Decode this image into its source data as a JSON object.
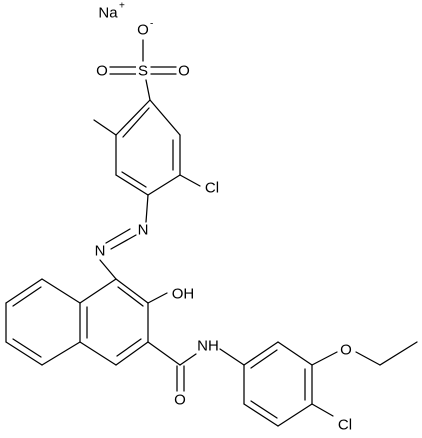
{
  "molecule": {
    "counter_ion": {
      "symbol": "Na",
      "charge": "+"
    },
    "sulfonate": {
      "sulfur": "S",
      "oxygen_top": "O",
      "oxygen_top_charge": "-",
      "oxygen_left": "O",
      "oxygen_right": "O"
    },
    "ring_a_chloro": "Cl",
    "azo_n1": "N",
    "azo_n2": "N",
    "hydroxyl": "OH",
    "amide_oxygen": "O",
    "amide_nh": "NH",
    "ether_oxygen": "O",
    "ring_c_chloro": "Cl"
  },
  "colors": {
    "bond": "#000000",
    "text": "#000000",
    "background": "#ffffff"
  }
}
